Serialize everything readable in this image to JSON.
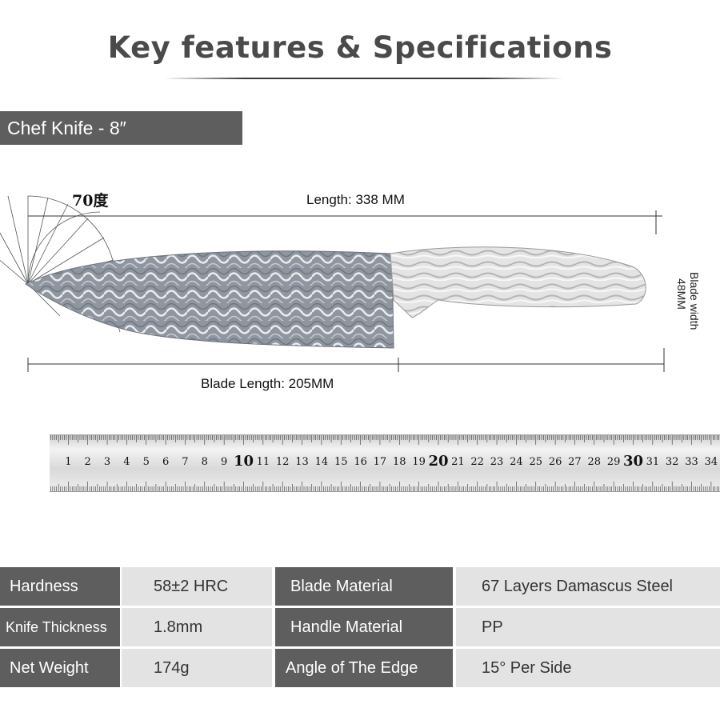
{
  "header": {
    "title": "Key features & Specifications"
  },
  "model": {
    "label": "Chef Knife  - 8″"
  },
  "dimensions": {
    "angle": "70度",
    "length": "Length: 338  MM",
    "blade_length": "Blade Length: 205MM",
    "blade_width_line1": "Blade width",
    "blade_width_line2": "48MM"
  },
  "ruler": {
    "numbers": [
      "1",
      "2",
      "3",
      "4",
      "5",
      "6",
      "7",
      "8",
      "9",
      "10",
      "11",
      "12",
      "13",
      "14",
      "15",
      "16",
      "17",
      "18",
      "19",
      "20",
      "21",
      "22",
      "23",
      "24",
      "25",
      "26",
      "27",
      "28",
      "29",
      "30",
      "31",
      "32",
      "33",
      "34"
    ]
  },
  "specs": {
    "rows": [
      {
        "k1": "Hardness",
        "v1": "58±2 HRC",
        "k2": "Blade Material",
        "v2": "67 Layers Damascus Steel"
      },
      {
        "k1": "Knife Thickness",
        "v1": "1.8mm",
        "k2": "Handle Material",
        "v2": "PP"
      },
      {
        "k1": "Net Weight",
        "v1": "174g",
        "k2": "Angle of The Edge",
        "v2": "15° Per Side"
      }
    ]
  }
}
